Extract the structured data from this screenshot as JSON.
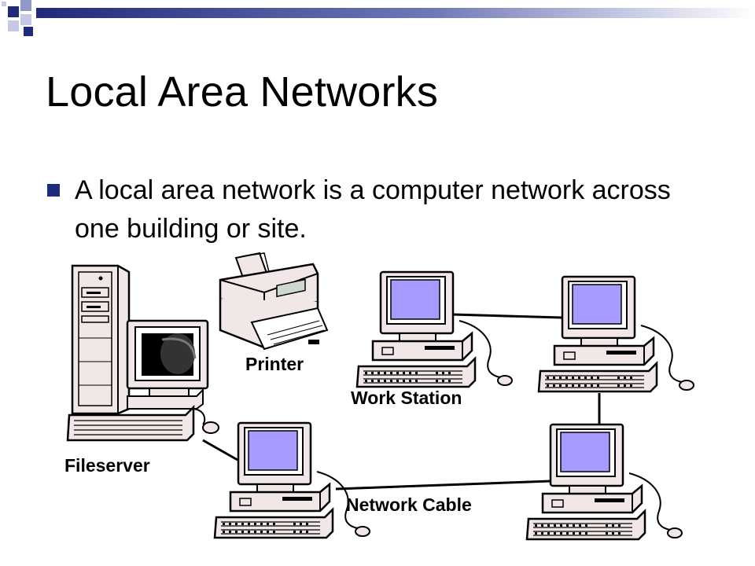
{
  "slide": {
    "title": "Local Area Networks",
    "bullet": "A local area network is a computer network across one building or site."
  },
  "diagram": {
    "labels": {
      "printer": "Printer",
      "work_station": "Work Station",
      "fileserver": "Fileserver",
      "network_cable": "Network Cable"
    }
  },
  "colors": {
    "header_gradient_start": "#1f2a7a",
    "header_gradient_end": "#ffffff",
    "bullet": "#1f2a7a",
    "screen": "#a89bff",
    "device_body": "#f1e7e7"
  },
  "icons": [
    "fileserver-tower-icon",
    "printer-icon",
    "workstation-icon",
    "network-cable-line"
  ]
}
